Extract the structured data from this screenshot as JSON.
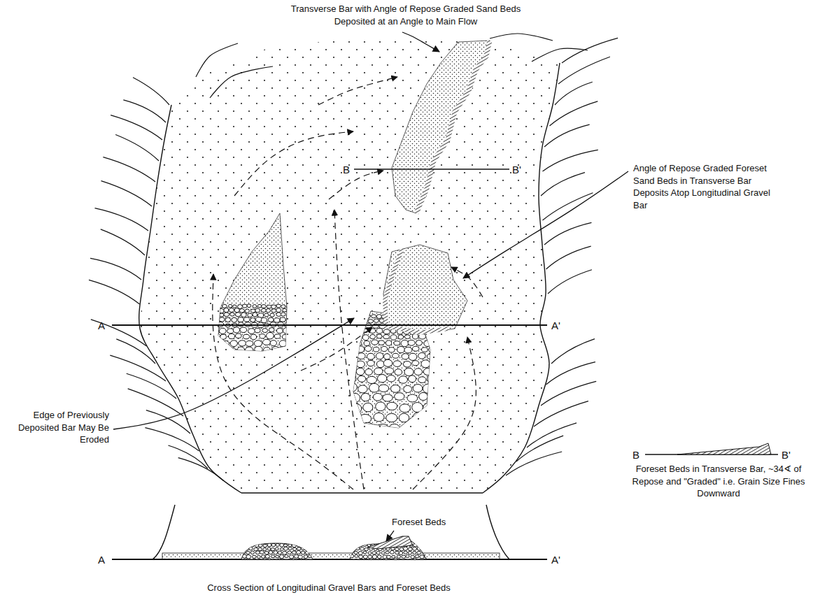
{
  "diagram": {
    "labels": [
      "Transverse Bar with Angle of Repose Graded Sand Beds Deposited at an Angle to Main Flow",
      "B",
      "B'",
      "Angle of Repose Graded Foreset Sand Beds in Transverse Bar Deposits Atop Longitudinal Gravel Bar",
      "A",
      "A'",
      "Edge of Previously Deposited Bar May Be Eroded",
      "B",
      "B'",
      "Foreset Beds in Transverse Bar, ~34∢ of Repose and \"Graded\" i.e. Grain Size Fines Downward",
      "Foreset Beds",
      "A",
      "A'",
      "Cross Section of Longitudinal Gravel Bars and Foreset Beds"
    ]
  }
}
